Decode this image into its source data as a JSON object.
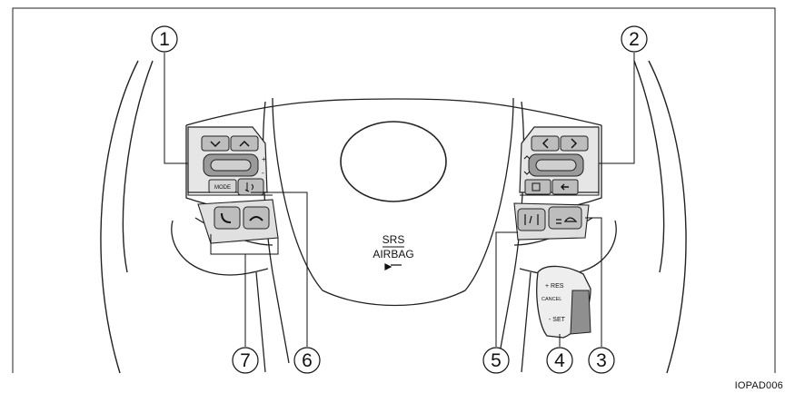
{
  "figure": {
    "code": "IOPAD006",
    "callouts": [
      "1",
      "2",
      "3",
      "4",
      "5",
      "6",
      "7"
    ]
  },
  "airbag": {
    "line1": "SRS",
    "line2": "AIRBAG"
  },
  "left_panel": {
    "mode_label": "MODE"
  },
  "cruise_lever": {
    "res_label": "+ RES",
    "cancel_label": "CANCEL",
    "set_label": "- SET"
  }
}
